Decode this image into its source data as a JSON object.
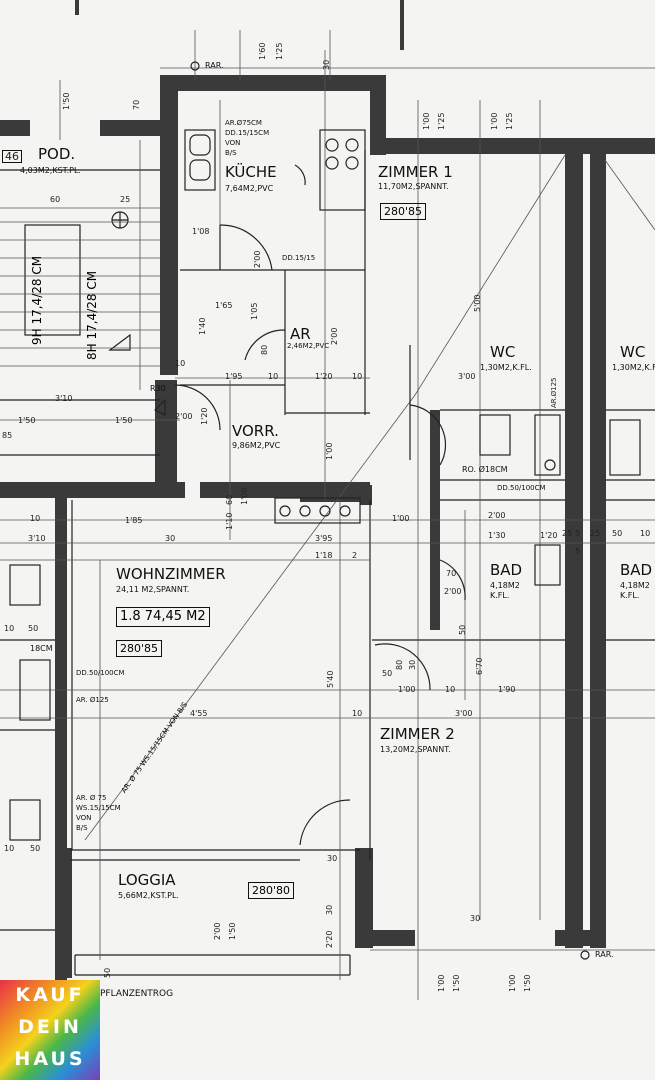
{
  "rooms": {
    "pod": {
      "name": "POD.",
      "area": "4,03M2,KST.PL."
    },
    "kueche": {
      "name": "KÜCHE",
      "area": "7,64M2,PVC"
    },
    "zimmer1": {
      "name": "ZIMMER 1",
      "area": "11,70M2,SPANNT.",
      "height": "280'85"
    },
    "ar": {
      "name": "AR",
      "area": "2,46M2,PVC"
    },
    "wc": {
      "name": "WC",
      "area": "1,30M2,K.FL."
    },
    "wc2": {
      "name": "WC",
      "area": "1,30M2,K.FL."
    },
    "vorr": {
      "name": "VORR.",
      "area": "9,86M2,PVC"
    },
    "wohnzimmer": {
      "name": "WOHNZIMMER",
      "area": "24,11 M2,SPANNT.",
      "unit": "1.8  74,45 M2",
      "height": "280'85"
    },
    "bad": {
      "name": "BAD",
      "area": "4,18M2",
      "floor": "K.FL."
    },
    "bad2": {
      "name": "BAD",
      "area": "4,18M2",
      "floor": "K.FL."
    },
    "zimmer2": {
      "name": "ZIMMER 2",
      "area": "13,20M2,SPANNT."
    },
    "loggia": {
      "name": "LOGGIA",
      "area": "5,66M2,KST.PL.",
      "height": "280'80"
    }
  },
  "stairs": {
    "left": "9H 17,4/28 CM",
    "right": "8H 17,4/28 CM"
  },
  "notes": {
    "kueche_ar": "AR.Ø75CM",
    "kueche_dd": "DD.15/15CM",
    "kueche_von": "VON",
    "kueche_bis": "B/S",
    "dd_ar": "DD.15/15",
    "rar_top": "RAR.",
    "rar_bottom": "RAR.",
    "ro": "RO. Ø18CM",
    "dd_bad": "DD.50/100CM",
    "dd_wohn": "DD.50/100CM",
    "ar_wohn": "AR. Ø125",
    "ar_ws": "AR. Ø 75",
    "ws": "WS.15/15CM",
    "von": "VON",
    "bis": "B/S",
    "left_cm": "18CM",
    "pflanz": "PFLANZENTROG",
    "diag_note": "AR. Ø 75 WS.15/15CM VON B/S",
    "r30": "R30",
    "arwc": "AR.Ø125"
  },
  "dims": {
    "d160": "1'60",
    "d125": "1'25",
    "d30a": "30",
    "d150": "1'50",
    "d70": "70",
    "d100": "1'00",
    "d125b": "1'25",
    "d100b": "1'00",
    "d125c": "1'25",
    "d60": "60",
    "d25": "25",
    "d108": "1'08",
    "d200": "2'00",
    "d165": "1'65",
    "d105": "1'05",
    "d140": "1'40",
    "d80": "80",
    "d200b": "2'00",
    "d195": "1'95",
    "d10": "10",
    "d120": "1'20",
    "d10b": "10",
    "d500": "5'00",
    "d300": "3'00",
    "d310": "3'10",
    "d150b": "1'50",
    "d150c": "1'50",
    "d200c": "2'00",
    "d120b": "1'20",
    "d100c": "1'00",
    "d60b": "60",
    "d100d": "1'00",
    "d110": "1'10",
    "d185": "1'85",
    "d30b": "30",
    "d395": "3'95",
    "d118": "1'18",
    "d2": "2",
    "d100e": "1'00",
    "d200d": "2'00",
    "d130": "1'30",
    "d120c": "1'20",
    "d540": "5'40",
    "d455": "4'55",
    "d670": "6'70",
    "d300b": "3'00",
    "d190": "1'90",
    "d50": "50",
    "d10c": "10",
    "d100f": "1'00",
    "d200e": "2'00",
    "d150d": "1'50",
    "d220": "2'20",
    "d30c": "30",
    "d100g": "1'00",
    "d150e": "1'50",
    "d100h": "1'00",
    "d150f": "1'50",
    "d5": "5",
    "d25b": "25",
    "d25c": "25",
    "d50b": "50",
    "d10d": "10",
    "d310b": "3'10",
    "d10e": "10",
    "d50c": "50",
    "d10f": "10",
    "d30d": "30",
    "d85": "85",
    "d46": "46",
    "d50d": "50",
    "d30e": "30",
    "d50e": "50",
    "d10g": "10",
    "d50f": "50",
    "d70b": "70",
    "d200f": "2'00",
    "d80b": "80",
    "d30f": "30",
    "d10h": "10"
  },
  "logo": {
    "line1": "KAUF",
    "line2": "DEIN",
    "line3": "HAUS"
  }
}
